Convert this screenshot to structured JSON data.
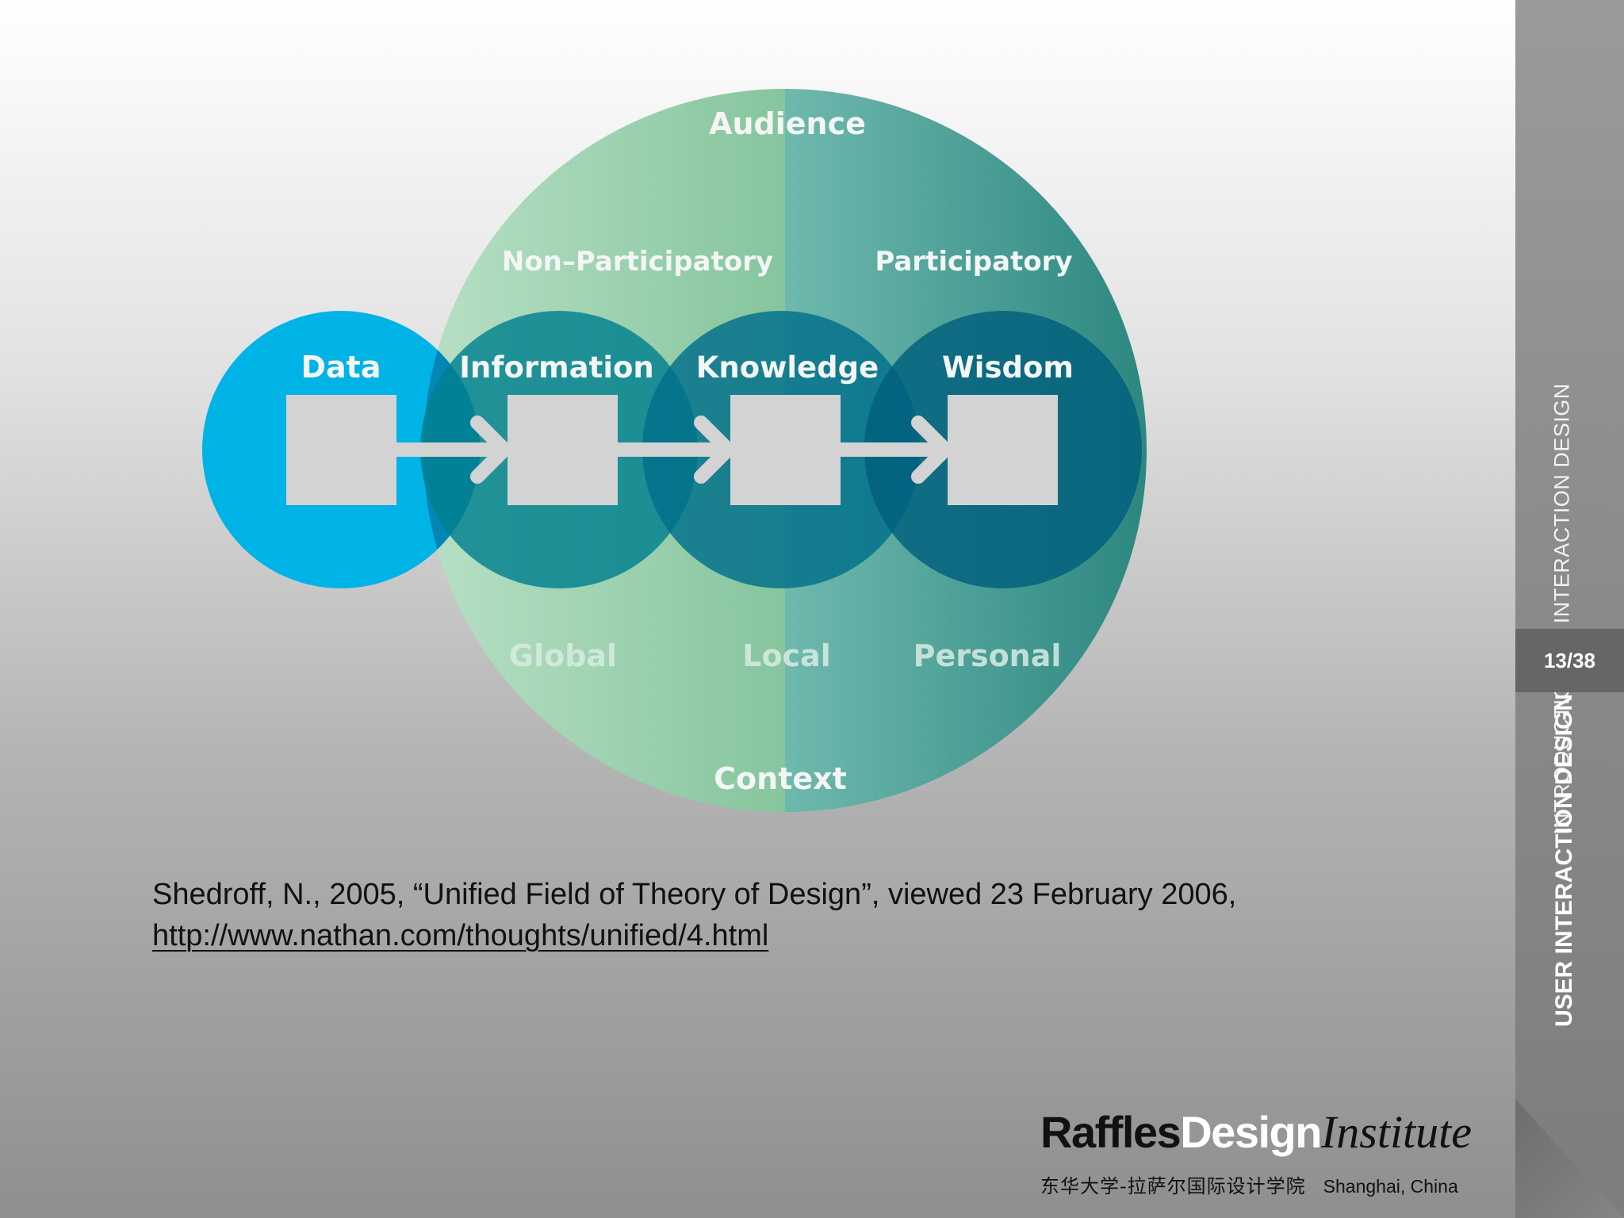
{
  "diagram": {
    "labels": {
      "audience": "Audience",
      "non_participatory": "Non–Participatory",
      "participatory": "Participatory",
      "data": "Data",
      "information": "Information",
      "knowledge": "Knowledge",
      "wisdom": "Wisdom",
      "global": "Global",
      "local": "Local",
      "personal": "Personal",
      "context": "Context"
    },
    "colors": {
      "data_circle": "#00b3e6",
      "stage_circle": "#00808f",
      "large_circle_left": "#a6d8b8",
      "large_circle_right": "#2e8b83",
      "node_box": "#d3d3d3",
      "arrow": "#d3d3d3"
    }
  },
  "citation": {
    "text": "Shedroff, N., 2005, “Unified Field of Theory of Design”, viewed 23 February 2006,",
    "url": "http://www.nathan.com/thoughts/unified/4.html"
  },
  "sidebar": {
    "course_title": "INTRODUCTION TO INTERACTION DESIGN",
    "page_counter": "13/38",
    "section_title": "USER INTERACTION DESIGN"
  },
  "logo": {
    "raffles": "Raffles",
    "design": "Design",
    "institute": "Institute",
    "chinese": "东华大学-拉萨尔国际设计学院",
    "city": "Shanghai, China"
  }
}
